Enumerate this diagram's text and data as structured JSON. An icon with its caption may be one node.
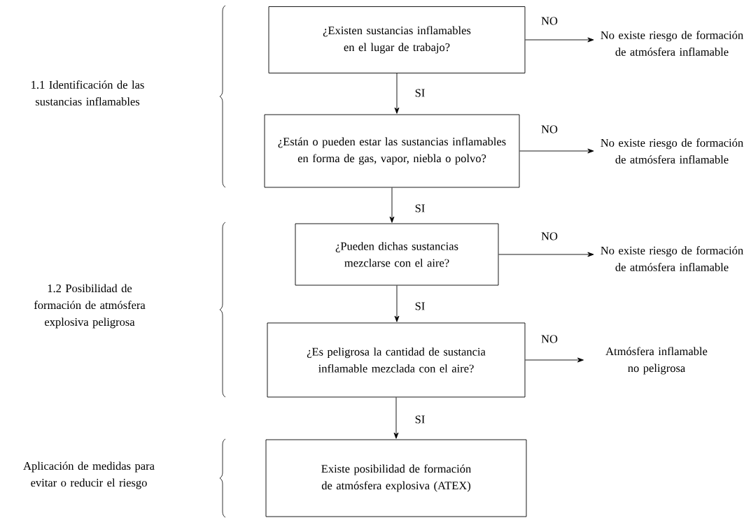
{
  "diagram": {
    "nodes": [
      {
        "text": [
          "¿Existen sustancias inflamables en el lugar de trabajo?"
        ]
      },
      {
        "text": [
          "No existe riesgo de formación de atmósfera inflamable"
        ]
      },
      {
        "text": [
          "¿Están o pueden estar las sustancias inflamables en forma de gas, vapor, niebla o polvo?"
        ]
      },
      {
        "text": [
          "No existe riesgo de formación de atmósfera inflamable"
        ]
      },
      {
        "text": [
          "¿Pueden dichas sustancias mezclarse con el aire?"
        ]
      },
      {
        "text": [
          "No existe riesgo de formación de atmósfera inflamable"
        ]
      },
      {
        "text": [
          "¿Es peligrosa la cantidad de sustancia inflamable mezclada con el aire?"
        ]
      },
      {
        "text": [
          "Atmósfera inflamable no peligrosa"
        ]
      },
      {
        "text": [
          "Existe posibilidad de formación de atmósfera explosiva (ATEX)"
        ]
      }
    ],
    "edges": [
      {
        "from": 0,
        "to": 1,
        "arrow": "to",
        "label": "NO"
      },
      {
        "from": 0,
        "to": 2,
        "arrow": "to",
        "label": "SI"
      },
      {
        "from": 2,
        "to": 3,
        "arrow": "to",
        "label": "NO"
      },
      {
        "from": 2,
        "to": 4,
        "arrow": "to",
        "label": "SI"
      },
      {
        "from": 4,
        "to": 5,
        "arrow": "to",
        "label": "NO"
      },
      {
        "from": 4,
        "to": 6,
        "arrow": "to",
        "label": "SI"
      },
      {
        "from": 6,
        "to": 7,
        "arrow": "to",
        "label": "NO"
      },
      {
        "from": 6,
        "to": 8,
        "arrow": "to",
        "label": "SI"
      }
    ],
    "labels": [
      "1.1 Identificación de las sustancias inflamables",
      "1.2 Posibilidad de formación de atmósfera explosiva peligrosa",
      "Aplicación de medidas para evitar o reducir el riesgo"
    ]
  }
}
